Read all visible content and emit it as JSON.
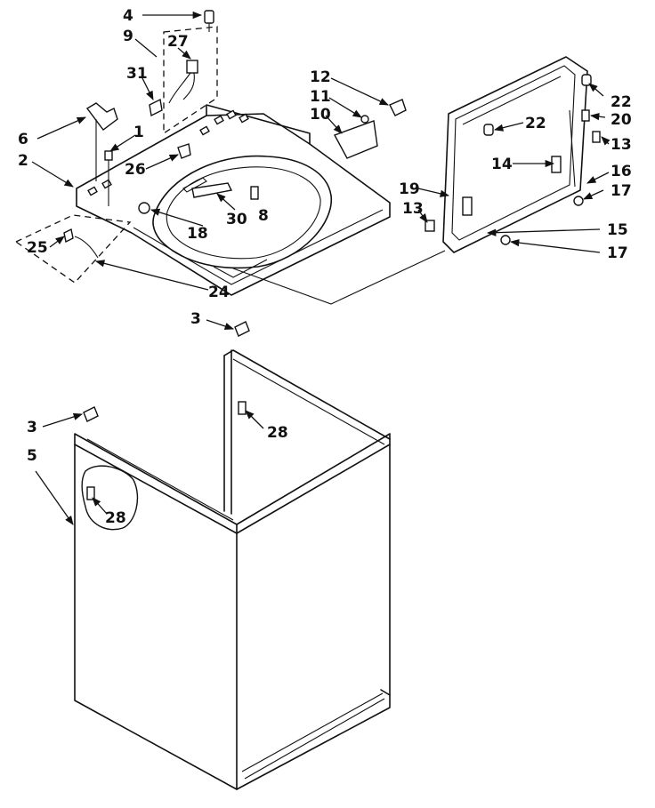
{
  "callouts": {
    "c4": "4",
    "c9": "9",
    "c27": "27",
    "c31": "31",
    "c6": "6",
    "c1": "1",
    "c2": "2",
    "c26": "26",
    "c30": "30",
    "c8": "8",
    "c18": "18",
    "c25": "25",
    "c24": "24",
    "c12": "12",
    "c11": "11",
    "c10": "10",
    "c22a": "22",
    "c22b": "22",
    "c20": "20",
    "c13a": "13",
    "c14": "14",
    "c16": "16",
    "c19": "19",
    "c17a": "17",
    "c13b": "13",
    "c15": "15",
    "c17b": "17",
    "c3a": "3",
    "c3b": "3",
    "c28a": "28",
    "c5": "5",
    "c28b": "28"
  }
}
